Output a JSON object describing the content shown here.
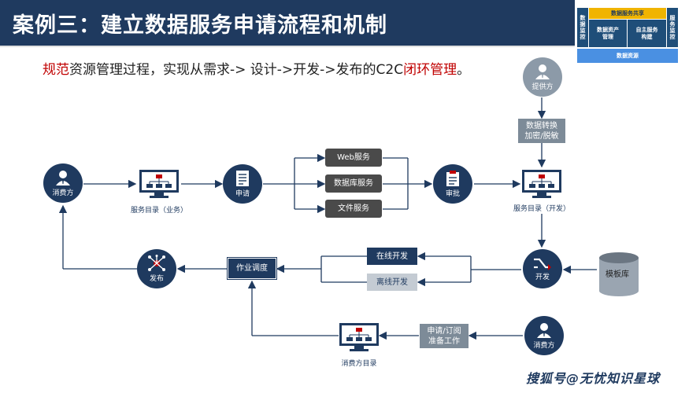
{
  "header": {
    "title": "案例三：建立数据服务申请流程和机制"
  },
  "mini_arch": {
    "top": "数据服务共享",
    "left": "数据监控",
    "right": "服务监控",
    "mid_left": "数据资产\n管理",
    "mid_right": "自主服务\n构建",
    "bottom": "数据资源"
  },
  "subtitle": {
    "part1": "规范",
    "part2": "资源管理过程，实现从需求-> 设计->开发->发布的C2C",
    "part3": "闭环管理",
    "part4": "。"
  },
  "nodes": {
    "consumer_left": "消费方",
    "apply": "申请",
    "approve": "审批",
    "provider": "提供方",
    "develop": "开发",
    "publish": "发布",
    "consumer_bottom": "消费方"
  },
  "monitors": {
    "catalog_business": "服务目录（业务）",
    "catalog_dev": "服务目录（开发）",
    "consumer_catalog": "消费方目录"
  },
  "boxes": {
    "web_service": "Web服务",
    "db_service": "数据库服务",
    "file_service": "文件服务",
    "data_transform": "数据转换\n加密/脱敏",
    "online_dev": "在线开发",
    "offline_dev": "离线开发",
    "job_schedule": "作业调度",
    "apply_subscribe": "申请/订阅\n准备工作",
    "template_lib": "模板库"
  },
  "watermark": "搜狐号@无忧知识星球",
  "colors": {
    "navy": "#1f3a5f",
    "accent_red": "#c00000",
    "dark_box": "#4a4a4a",
    "grey_box": "#7d8b98",
    "yellow": "#f0b400"
  }
}
